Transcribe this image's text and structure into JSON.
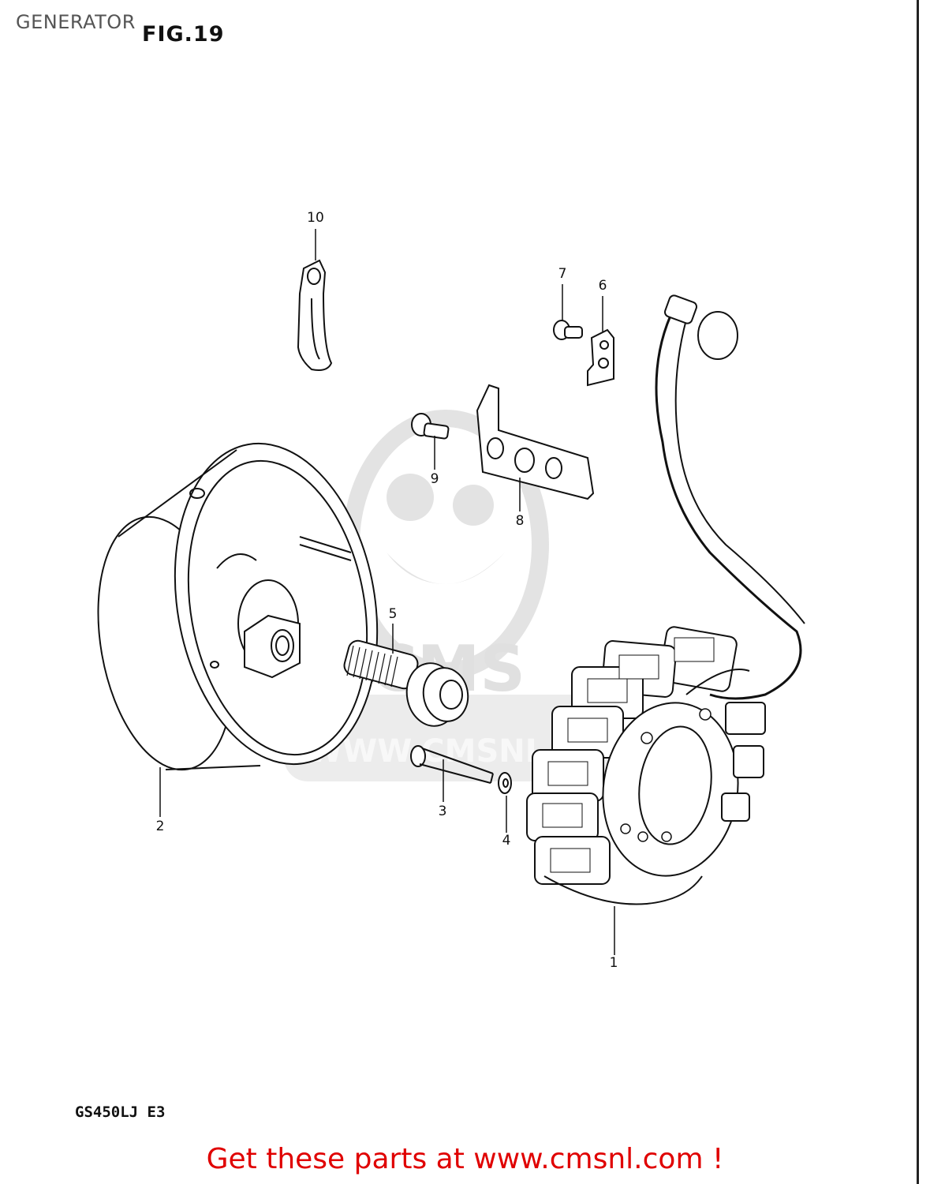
{
  "page": {
    "title": "GENERATOR",
    "figure": "FIG.19",
    "model_code": "GS450LJ E3",
    "promo": "Get these parts at www.cmsnl.com !"
  },
  "watermark": {
    "brand": "CMS",
    "url": "WWW.CMSNL.COM"
  },
  "callouts": [
    {
      "id": "1",
      "part": "stator"
    },
    {
      "id": "2",
      "part": "rotor"
    },
    {
      "id": "3",
      "part": "stator-screw"
    },
    {
      "id": "4",
      "part": "washer"
    },
    {
      "id": "5",
      "part": "rotor-bolt"
    },
    {
      "id": "6",
      "part": "lead-wire-clamp"
    },
    {
      "id": "7",
      "part": "clamp-screw"
    },
    {
      "id": "8",
      "part": "wire-guide-plate"
    },
    {
      "id": "9",
      "part": "plate-screw"
    },
    {
      "id": "10",
      "part": "wire-clamp"
    }
  ],
  "colors": {
    "line": "#111111",
    "watermark": "#dcdcdc",
    "promo": "#e00000"
  }
}
